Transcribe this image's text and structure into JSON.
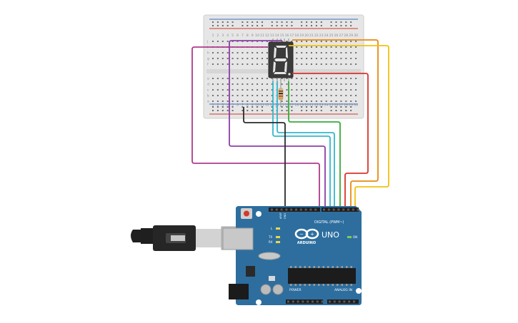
{
  "board": {
    "logo_text": "ARDUINO",
    "model": "UNO",
    "digital_label": "DIGITAL (PWM~)",
    "power_label": "POWER",
    "analog_label": "ANALOG IN",
    "tx_label": "TX",
    "rx_label": "RX",
    "l_label": "L",
    "on_label": "ON",
    "aref_label": "AREF",
    "gnd_label": "GND"
  },
  "display": {
    "digit": "8"
  },
  "breadboard": {
    "column_numbers": [
      "1",
      "2",
      "3",
      "4",
      "5",
      "6",
      "7",
      "8",
      "9",
      "10",
      "11",
      "12",
      "13",
      "14",
      "15",
      "16",
      "17",
      "18",
      "19",
      "20",
      "21",
      "22",
      "23",
      "24",
      "25",
      "26",
      "27",
      "28",
      "29",
      "30"
    ],
    "row_letters_top": [
      "j",
      "i",
      "h",
      "g",
      "f"
    ],
    "row_letters_bottom": [
      "e",
      "d",
      "c",
      "b",
      "a"
    ]
  },
  "wire_colors": {
    "purple": "#8e3ea8",
    "magenta": "#b03a8c",
    "teal": "#37b6cc",
    "green": "#3aab3a",
    "orange": "#e88a12",
    "yellow": "#f2c20d",
    "red": "#d9342b",
    "black": "#2b2b2b"
  },
  "colors": {
    "board": "#2d6e9f",
    "breadboard": "#ececec",
    "display_body": "#3b3b3b",
    "segment": "#e8e8e8"
  }
}
